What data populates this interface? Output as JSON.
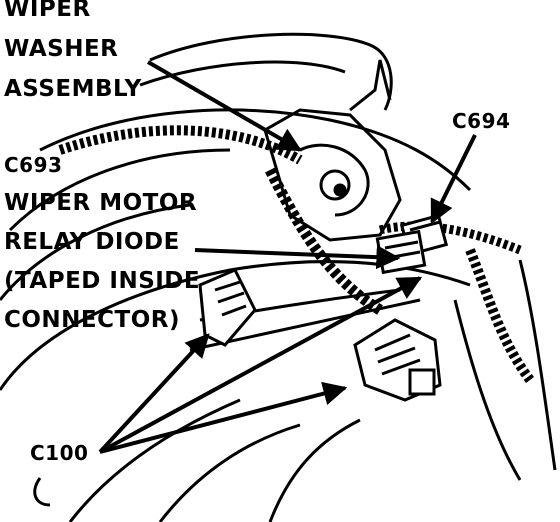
{
  "labels": {
    "wiper_washer": [
      "WIPER",
      "WASHER",
      "ASSEMBLY"
    ],
    "c694": "C694",
    "c693": "C693",
    "relay_diode": [
      "WIPER MOTOR",
      "RELAY DIODE",
      "(TAPED INSIDE",
      "CONNECTOR)"
    ],
    "c100": "C100"
  },
  "colors": {
    "ink": "#000000",
    "paper": "#ffffff"
  }
}
